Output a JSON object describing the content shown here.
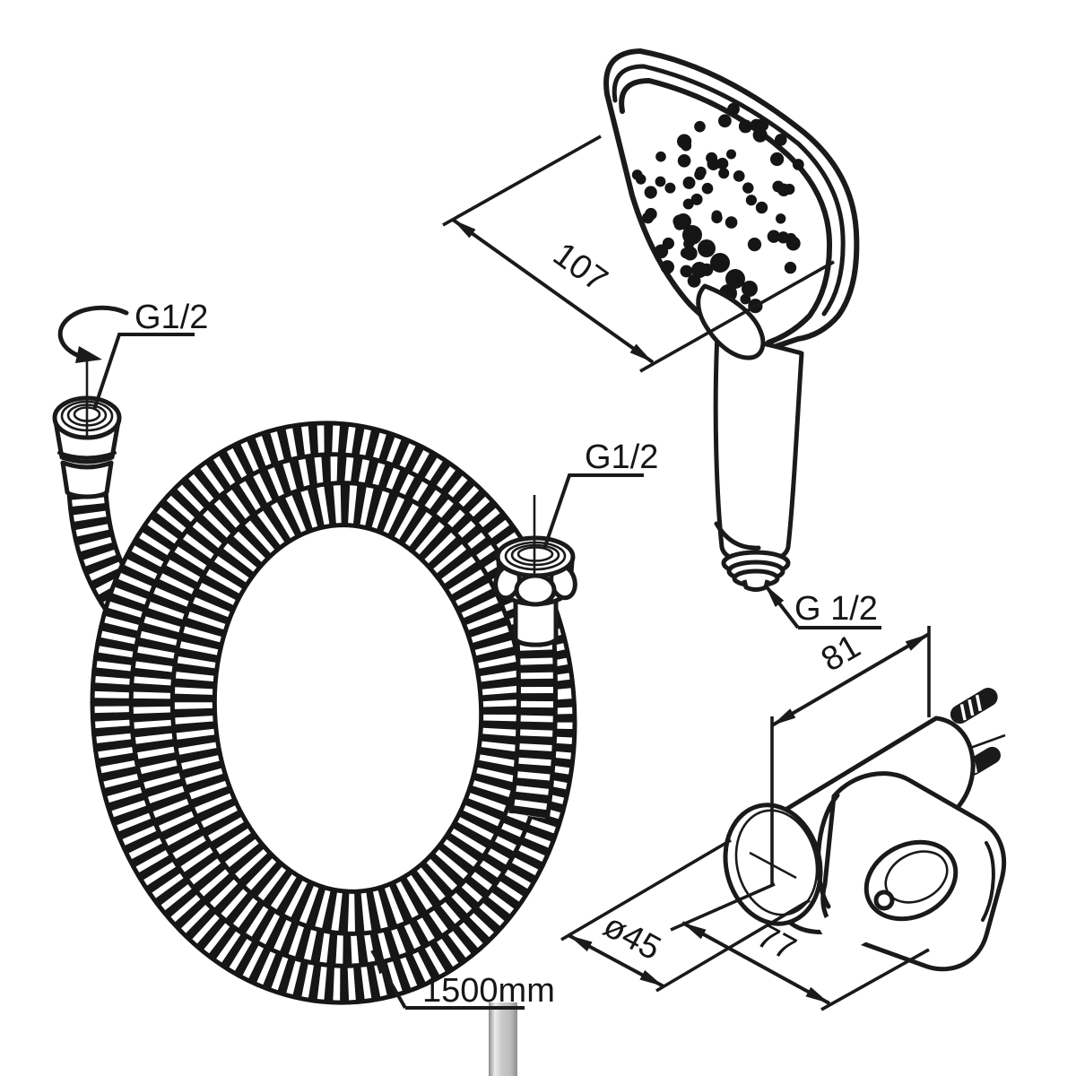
{
  "diagram": {
    "kind": "technical line drawing",
    "annotations": {
      "hose_connector_top": {
        "thread": "G1/2"
      },
      "hose_connector_mid": {
        "thread": "G1/2"
      },
      "handle_connector": {
        "thread": "G 1/2"
      },
      "shower_head": {
        "width": "107"
      },
      "bracket": {
        "depth": "81",
        "diameter": "ø45",
        "width": "77"
      },
      "hose": {
        "length": "1500mm"
      }
    },
    "icons": {
      "rotation_arrow": "swivel-rotation-arrow"
    },
    "colors": {
      "line": "#1a1a1a",
      "background": "#ffffff",
      "rail_gray_dark": "#8b8b8b",
      "rail_gray_light": "#ececec"
    }
  }
}
